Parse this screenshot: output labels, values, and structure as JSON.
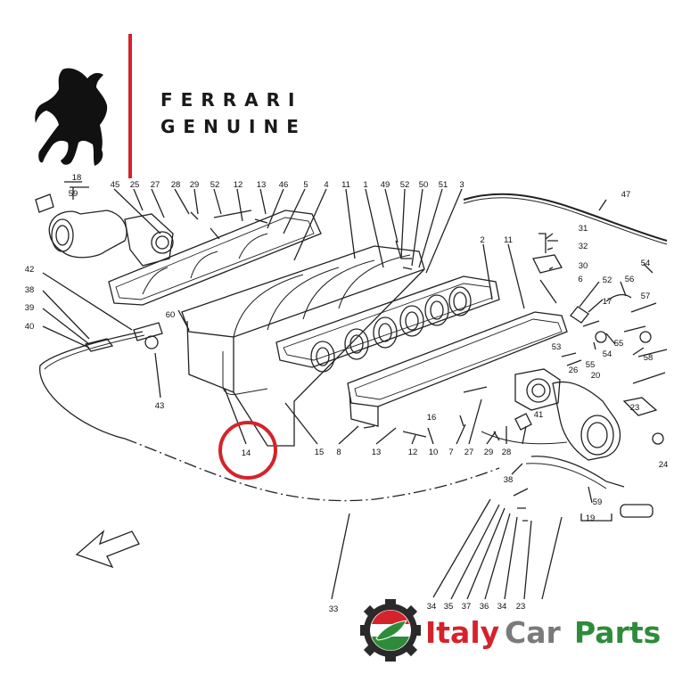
{
  "brand": {
    "line1": "FERRARI",
    "line2": "GENUINE",
    "accent_color": "#d5232b"
  },
  "footer": {
    "word1": "Italy",
    "word2": "Car",
    "word3": "Parts",
    "word1_color": "#d5232b",
    "word2_color": "#7a7a7a",
    "word3_color": "#2e8b3a",
    "logo_icon": "gear-leaf-icon"
  },
  "diagram": {
    "highlighted_part": "14",
    "highlight_color": "#d5232b",
    "callouts": [
      "18",
      "59",
      "45",
      "25",
      "27",
      "28",
      "29",
      "52",
      "12",
      "13",
      "46",
      "5",
      "4",
      "11",
      "1",
      "49",
      "52",
      "50",
      "51",
      "3",
      "47",
      "31",
      "32",
      "30",
      "54",
      "2",
      "11",
      "6",
      "52",
      "56",
      "17",
      "57",
      "55",
      "58",
      "53",
      "26",
      "55",
      "54",
      "20",
      "41",
      "23",
      "24",
      "42",
      "38",
      "39",
      "40",
      "43",
      "60",
      "14",
      "15",
      "8",
      "13",
      "12",
      "10",
      "7",
      "27",
      "29",
      "28",
      "16",
      "38",
      "59",
      "19",
      "33",
      "34",
      "35",
      "37",
      "36",
      "34",
      "23"
    ]
  }
}
